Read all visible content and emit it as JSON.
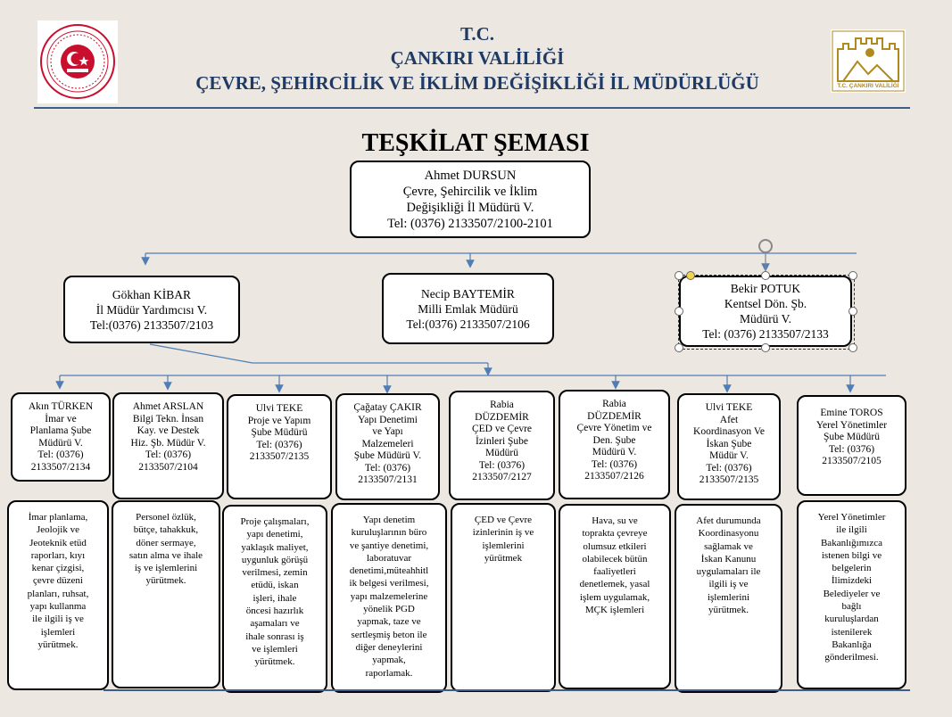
{
  "header": {
    "line1": "T.C.",
    "line2": "ÇANKIRI VALİLİĞİ",
    "line3": "ÇEVRE, ŞEHİRCİLİK VE İKLİM DEĞİŞİKLİĞİ İL MÜDÜRLÜĞÜ",
    "right_logo_caption": "T.C. ÇANKIRI VALİLİĞİ"
  },
  "title": "TEŞKİLAT ŞEMASI",
  "director": "Ahmet DURSUN\nÇevre, Şehircilik ve İklim\nDeğişikliği İl Müdürü V.\nTel: (0376) 2133507/2100-2101",
  "level2": [
    "Gökhan KİBAR\nİl Müdür Yardımcısı V.\nTel:(0376) 2133507/2103",
    "Necip BAYTEMİR\nMilli Emlak Müdürü\nTel:(0376) 2133507/2106",
    "Bekir POTUK\nKentsel Dön. Şb.\nMüdürü V.\nTel: (0376) 2133507/2133"
  ],
  "units": [
    "Akın TÜRKEN\nİmar ve\nPlanlama Şube\nMüdürü V.\nTel: (0376)\n2133507/2134",
    "Ahmet ARSLAN\nBilgi Tekn. İnsan\nKay. ve Destek\nHiz. Şb. Müdür V.\nTel: (0376)\n2133507/2104",
    "Ulvi TEKE\nProje ve Yapım\nŞube Müdürü\nTel: (0376)\n2133507/2135",
    "Çağatay ÇAKIR\nYapı Denetimi\nve Yapı\nMalzemeleri\nŞube Müdürü V.\nTel: (0376)\n2133507/2131",
    "Rabia\nDÜZDEMİR\nÇED ve Çevre\nİzinleri Şube\nMüdürü\nTel: (0376)\n2133507/2127",
    "Rabia\nDÜZDEMİR\nÇevre Yönetim ve\nDen. Şube\nMüdürü V.\nTel: (0376)\n2133507/2126",
    "Ulvi TEKE\nAfet\nKoordinasyon Ve\nİskan Şube\nMüdür V.\nTel: (0376)\n2133507/2135",
    "Emine TOROS\nYerel Yönetimler\nŞube Müdürü\nTel: (0376)\n2133507/2105"
  ],
  "tasks": [
    "İmar planlama,\nJeolojik ve\nJeoteknik etüd\nraporları, kıyı\nkenar çizgisi,\nçevre düzeni\nplanları, ruhsat,\nyapı kullanma\nile ilgili iş ve\nişlemleri\nyürütmek.",
    "Personel özlük,\nbütçe, tahakkuk,\ndöner sermaye,\nsatın alma ve ihale\niş ve işlemlerini\nyürütmek.",
    "Proje çalışmaları,\nyapı denetimi,\nyaklaşık maliyet,\nuygunluk görüşü\nverilmesi, zemin\netüdü, iskan\nişleri, ihale\nöncesi hazırlık\naşamaları ve\nihale sonrası iş\nve işlemleri\nyürütmek.",
    "Yapı denetim\nkuruluşlarının büro\nve şantiye denetimi,\nlaboratuvar\ndenetimi,müteahhitl\nik belgesi verilmesi,\nyapı malzemelerine\nyönelik PGD\nyapmak, taze ve\nsertleşmiş beton ile\ndiğer deneylerini\nyapmak,\nraporlamak.",
    "ÇED ve Çevre\nizinlerinin iş ve\nişlemlerini\nyürütmek",
    "Hava, su ve\ntoprakta çevreye\nolumsuz etkileri\nolabilecek bütün\nfaaliyetleri\ndenetlemek, yasal\nişlem uygulamak,\nMÇK işlemleri",
    "Afet durumunda\nKoordinasyonu\nsağlamak ve\nİskan Kanunu\nuygulamaları ile\nilgili iş ve\nişlemlerini\nyürütmek.",
    "Yerel Yönetimler\nile ilgili\nBakanlığımızca\nistenen bilgi ve\nbelgelerin\nİlimizdeki\nBelediyeler ve\nbağlı\nkuruluşlardan\nistenilerek\nBakanlığa\ngönderilmesi."
  ],
  "colors": {
    "header_text": "#1f3a64",
    "rule": "#3e5d8a",
    "connector": "#4f7db5",
    "emblem_red": "#c8102e",
    "logo_gold": "#b08a1e"
  }
}
